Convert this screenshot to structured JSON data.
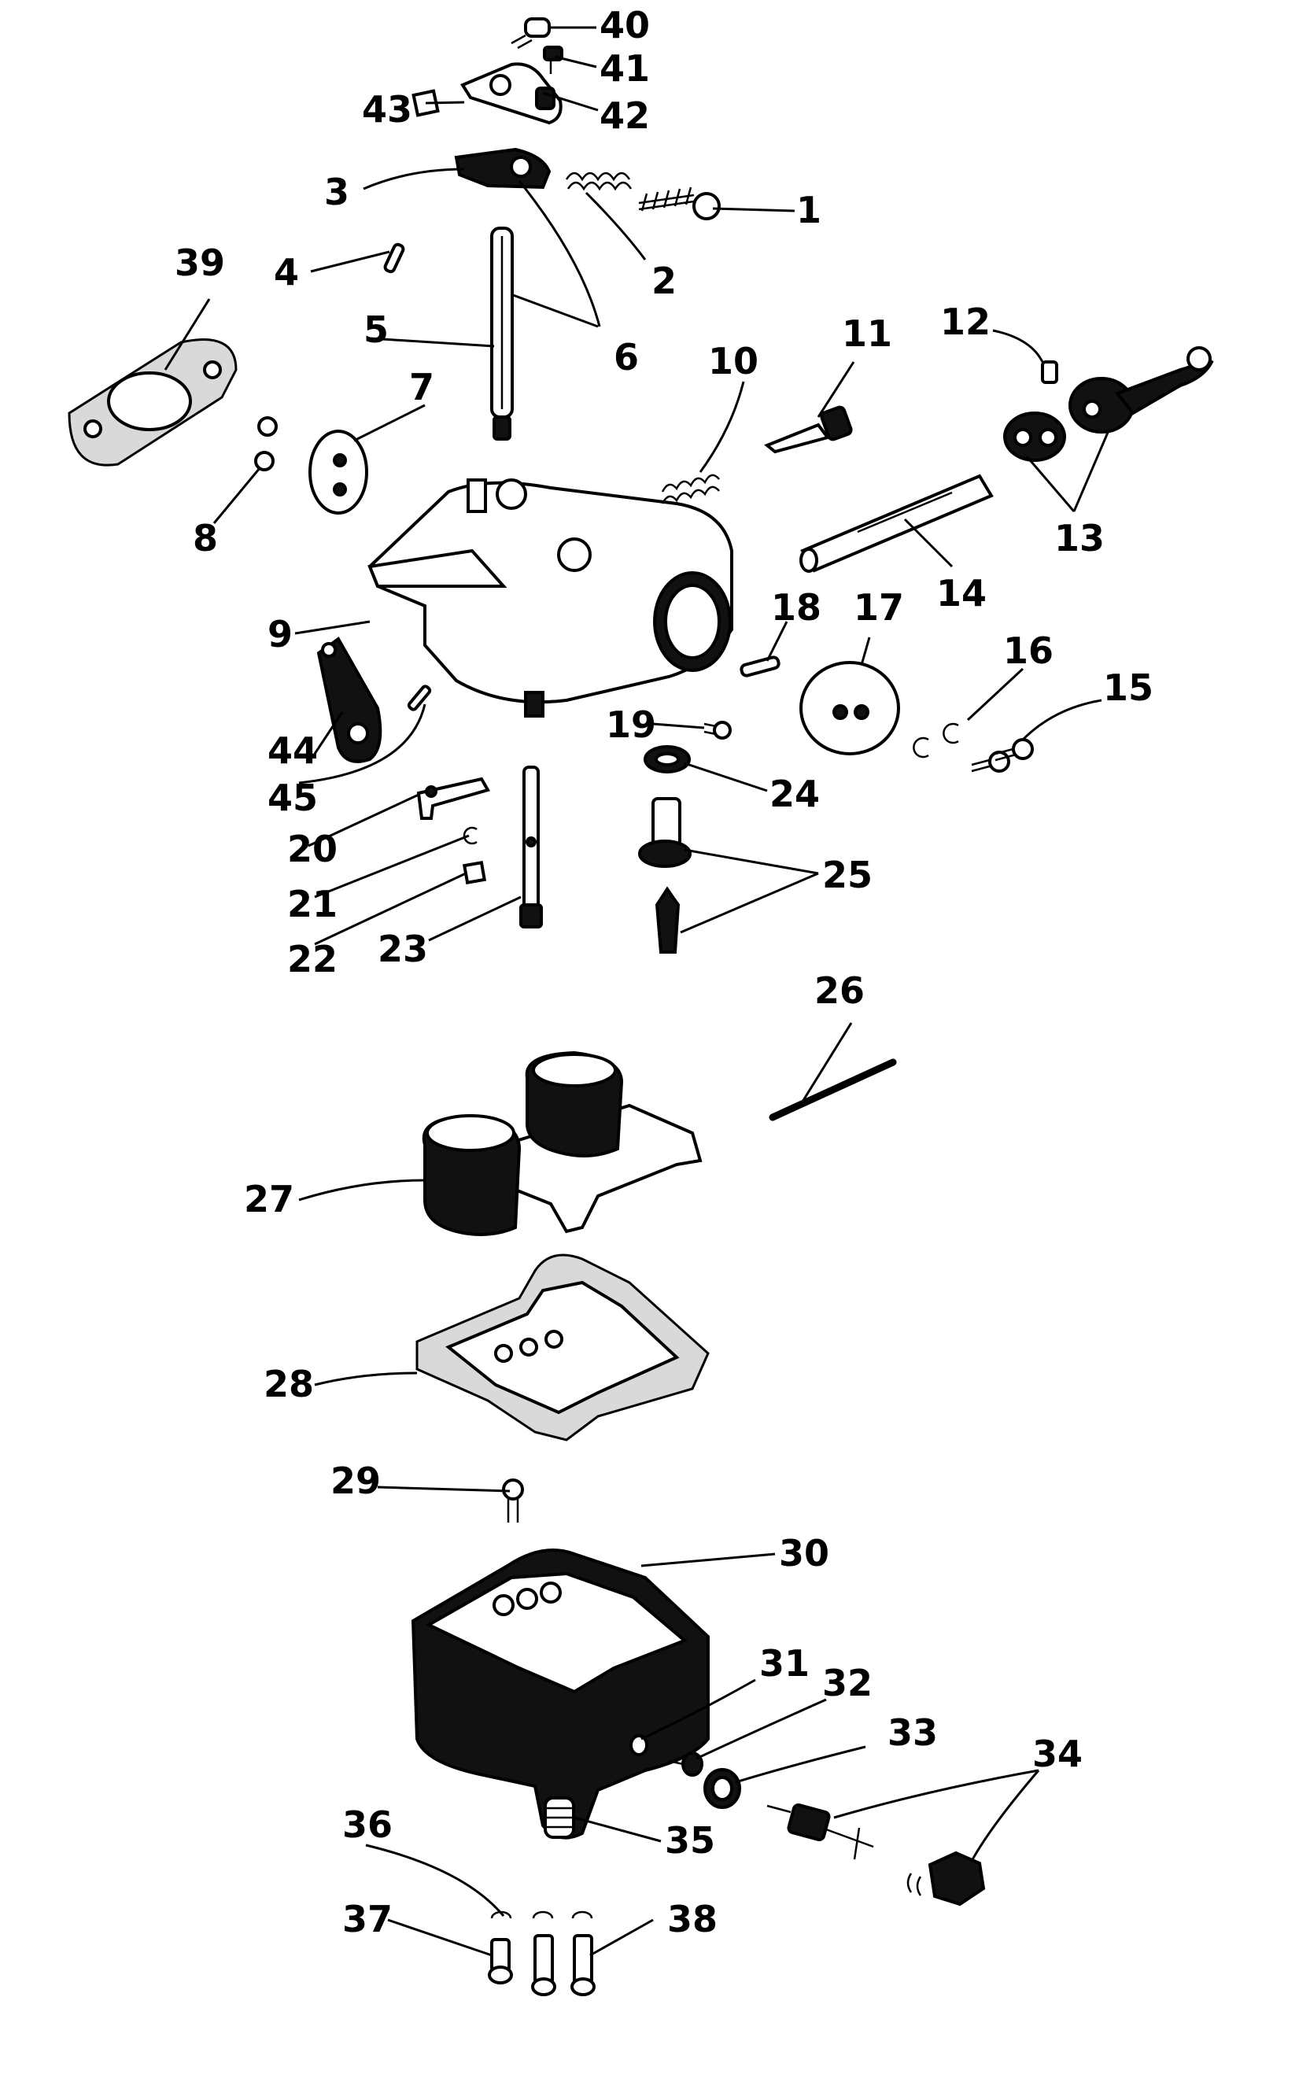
{
  "diagram": {
    "callouts": [
      "1",
      "2",
      "3",
      "4",
      "5",
      "6",
      "7",
      "8",
      "9",
      "10",
      "11",
      "12",
      "13",
      "14",
      "15",
      "16",
      "17",
      "18",
      "19",
      "20",
      "21",
      "22",
      "23",
      "24",
      "25",
      "26",
      "27",
      "28",
      "29",
      "30",
      "31",
      "32",
      "33",
      "34",
      "35",
      "36",
      "37",
      "38",
      "39",
      "40",
      "41",
      "42",
      "43",
      "44",
      "45"
    ]
  },
  "colors": {
    "ink": "#000000",
    "paper": "#ffffff"
  }
}
